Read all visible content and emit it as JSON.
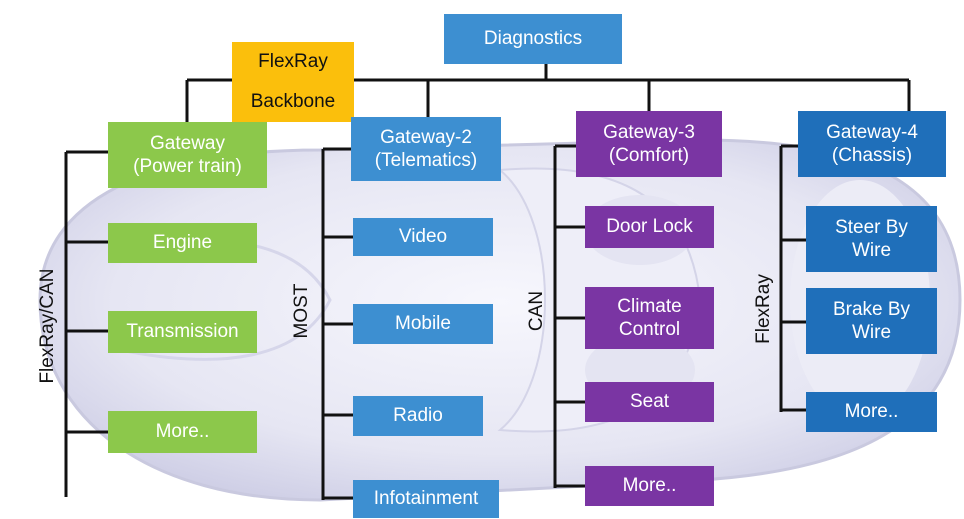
{
  "colors": {
    "blue": "#3d8fd1",
    "dark_blue": "#1f6fba",
    "green": "#8cc84b",
    "purple": "#7a35a3",
    "orange": "#fbbf0c",
    "line": "#111111"
  },
  "diagnostics": "Diagnostics",
  "backbone": {
    "flexray": "FlexRay",
    "backbone": "Backbone"
  },
  "gateways": {
    "power_train": {
      "title": "Gateway\n(Power train)",
      "bus": "FlexRay/CAN",
      "items": [
        "Engine",
        "Transmission",
        "More.."
      ]
    },
    "telematics": {
      "title": "Gateway-2\n(Telematics)",
      "bus": "MOST",
      "items": [
        "Video",
        "Mobile",
        "Radio",
        "Infotainment"
      ]
    },
    "comfort": {
      "title": "Gateway-3\n(Comfort)",
      "bus": "CAN",
      "items": [
        "Door Lock",
        "Climate\nControl",
        "Seat",
        "More.."
      ]
    },
    "chassis": {
      "title": "Gateway-4\n(Chassis)",
      "bus": "FlexRay",
      "items": [
        "Steer By\nWire",
        "Brake By\nWire",
        "More.."
      ]
    }
  }
}
